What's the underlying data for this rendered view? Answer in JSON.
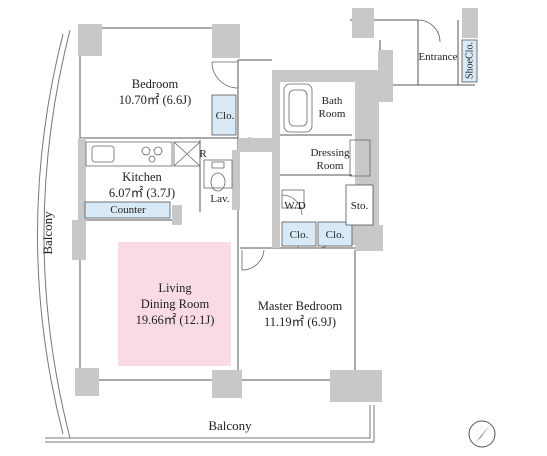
{
  "rooms": {
    "bedroom": {
      "name": "Bedroom",
      "area": "10.70㎡ (6.6J)"
    },
    "kitchen": {
      "name": "Kitchen",
      "area": "6.07㎡ (3.7J)"
    },
    "living": {
      "name_line1": "Living",
      "name_line2": "Dining Room",
      "area": "19.66㎡ (12.1J)"
    },
    "master": {
      "name": "Master Bedroom",
      "area": "11.19㎡ (6.9J)"
    },
    "bath": {
      "name_line1": "Bath",
      "name_line2": "Room"
    },
    "dressing": {
      "name_line1": "Dressing",
      "name_line2": "Room"
    },
    "lav": {
      "name": "Lav."
    },
    "wd": {
      "name": "W/D"
    },
    "sto": {
      "name": "Sto."
    },
    "entrance": {
      "name": "Entrance"
    },
    "shoe": {
      "name": "ShoeClo."
    }
  },
  "storage": {
    "clo_bedroom": "Clo.",
    "clo_master_1": "Clo.",
    "clo_master_2": "Clo.",
    "counter": "Counter",
    "fridge": "R"
  },
  "balcony": {
    "side": "Balcony",
    "bottom": "Balcony"
  },
  "colors": {
    "wall": "#c8c8c8",
    "living_highlight": "#f9dbe6",
    "closet": "#d9eaf6",
    "line": "#555555"
  },
  "icons": [
    "compass-icon",
    "bathtub-icon",
    "toilet-icon",
    "stove-icon",
    "sink-icon"
  ]
}
